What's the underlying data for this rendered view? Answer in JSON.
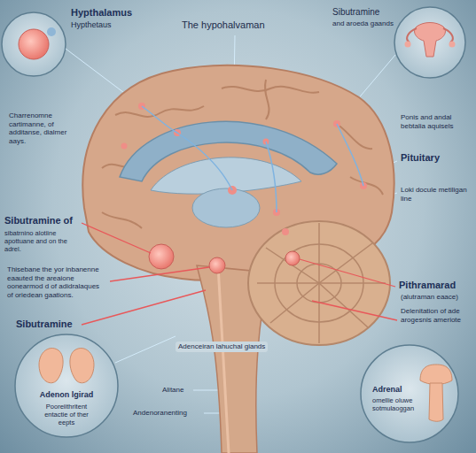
{
  "diagram": {
    "labels": [
      "Hypthalamus",
      "Hypthetaus",
      "The hypohalvaman",
      "Sibutramine",
      "and aroeda gaands",
      "Charrenomne cartimanne, of additanse, dialmer aays.",
      "Ponis and andal bebtalia aquisels",
      "Pituitary",
      "Loki docule metiligan line",
      "Sibutramine of",
      "sibatrnino alotiine apottuane and on the adrel.",
      "Thisebane the yor inbanenne eaauted the areaione oonearmod d of adidralaques of oriedean gaations.",
      "Sibutramine",
      "Adenceiran lahuchal giands",
      "Pithramarad",
      "(alutraman eaace)",
      "Delenitation of ade arogesnis ameriote",
      "Alitane",
      "Andenoranenting",
      "Adenon lgirad",
      "Pooreiithritent entactie of ther eepts",
      "Adrenal",
      "omellie oluwe sotmulaoggan"
    ]
  }
}
